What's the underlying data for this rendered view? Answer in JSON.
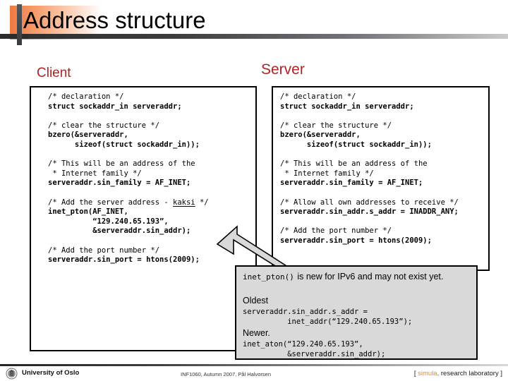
{
  "slide": {
    "title": "Address structure",
    "accent_orange": "#f07840",
    "heading_red": "#b22222",
    "callout_bg": "#d9d9d9"
  },
  "columns": {
    "client_label": "Client",
    "server_label": "Server"
  },
  "client_code": {
    "lines": [
      {
        "text": "/* declaration */",
        "style": "comment"
      },
      {
        "text": "struct sockaddr_in serveraddr;",
        "style": "code"
      },
      {
        "text": "",
        "style": "blank"
      },
      {
        "text": "/* clear the structure */",
        "style": "comment"
      },
      {
        "text": "bzero(&serveraddr,",
        "style": "code"
      },
      {
        "text": "      sizeof(struct sockaddr_in));",
        "style": "code"
      },
      {
        "text": "",
        "style": "blank"
      },
      {
        "text": "/* This will be an address of the",
        "style": "comment"
      },
      {
        "text": " * Internet family */",
        "style": "comment"
      },
      {
        "text": "serveraddr.sin_family = AF_INET;",
        "style": "code"
      },
      {
        "text": "",
        "style": "blank"
      },
      {
        "text": "/* Add the server address - kaksi */",
        "style": "comment-spell",
        "spell_word": "kaksi"
      },
      {
        "text": "inet_pton(AF_INET,",
        "style": "code"
      },
      {
        "text": "          “129.240.65.193”,",
        "style": "code"
      },
      {
        "text": "          &serveraddr.sin_addr);",
        "style": "code"
      },
      {
        "text": "",
        "style": "blank"
      },
      {
        "text": "/* Add the port number */",
        "style": "comment"
      },
      {
        "text": "serveraddr.sin_port = htons(2009);",
        "style": "code"
      }
    ]
  },
  "server_code": {
    "lines": [
      {
        "text": "/* declaration */",
        "style": "comment"
      },
      {
        "text": "struct sockaddr_in serveraddr;",
        "style": "code"
      },
      {
        "text": "",
        "style": "blank"
      },
      {
        "text": "/* clear the structure */",
        "style": "comment"
      },
      {
        "text": "bzero(&serveraddr,",
        "style": "code"
      },
      {
        "text": "      sizeof(struct sockaddr_in));",
        "style": "code"
      },
      {
        "text": "",
        "style": "blank"
      },
      {
        "text": "/* This will be an address of the",
        "style": "comment"
      },
      {
        "text": " * Internet family */",
        "style": "comment"
      },
      {
        "text": "serveraddr.sin_family = AF_INET;",
        "style": "code"
      },
      {
        "text": "",
        "style": "blank"
      },
      {
        "text": "/* Allow all own addresses to receive */",
        "style": "comment"
      },
      {
        "text": "serveraddr.sin_addr.s_addr = INADDR_ANY;",
        "style": "code"
      },
      {
        "text": "",
        "style": "blank"
      },
      {
        "text": "/* Add the port number */",
        "style": "comment"
      },
      {
        "text": "serveraddr.sin_port = htons(2009);",
        "style": "code"
      }
    ]
  },
  "callout": {
    "headline_mono": "inet_pton()",
    "headline_sans": "is new for IPv6 and may not exist yet.",
    "oldest_label": "Oldest",
    "oldest_code": "serveraddr.sin_addr.s_addr =\n          inet_addr(“129.240.65.193”);",
    "newer_label": "Newer.",
    "newer_code": "inet_aton(“129.240.65.193”,\n          &serveraddr.sin_addr);"
  },
  "footer": {
    "university": "University of Oslo",
    "center": "INF1060,  Autumn 2007,  Pål Halvorsen",
    "simula_open": "[ ",
    "simula_brand": "simula",
    "simula_rest": ". research laboratory",
    "simula_close": " ]"
  }
}
